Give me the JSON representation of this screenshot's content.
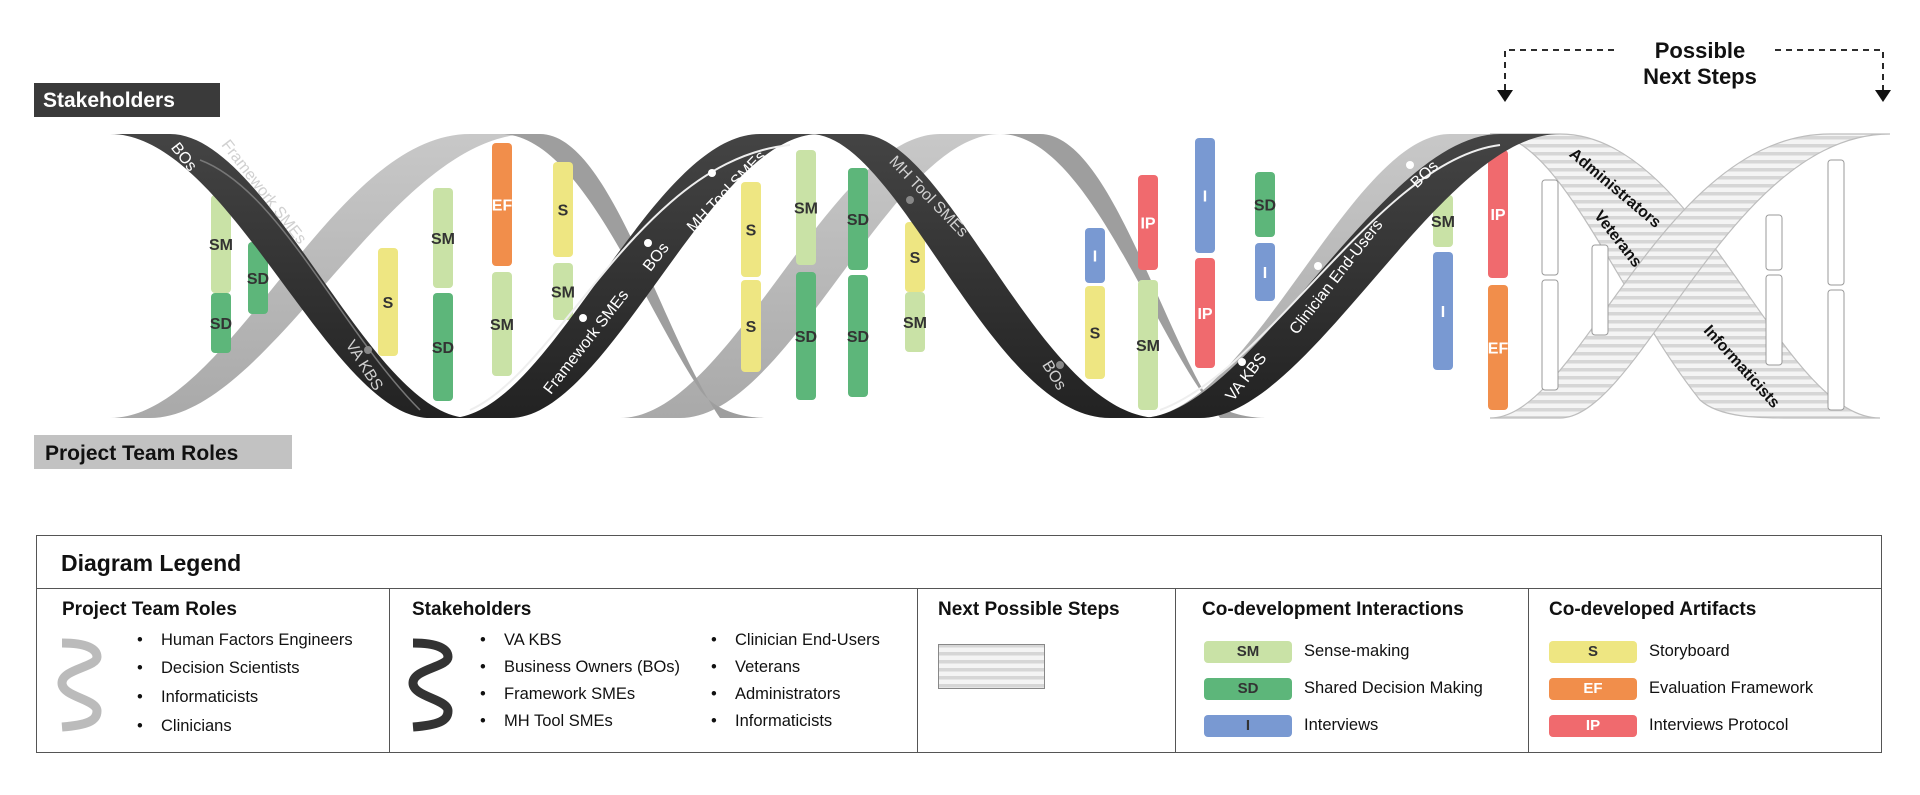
{
  "labels": {
    "stakeholders": "Stakeholders",
    "project_team_roles": "Project Team Roles",
    "next_steps_line1": "Possible",
    "next_steps_line2": "Next Steps"
  },
  "helix_labels": {
    "bos_1": "BOs",
    "framework_smes_1": "Framework SMEs",
    "va_kbs_1": "VA KBS",
    "framework_smes_2": "Framework SMEs",
    "bos_2": "BOs",
    "mh_tool_smes_1": "MH Tool SMEs",
    "mh_tool_smes_2": "MH Tool SMEs",
    "bos_3": "BOs",
    "va_kbs_2": "VA KBS",
    "clinician_end_users": "Clinician End-Users",
    "bos_4": "BOs",
    "administrators": "Administrators",
    "veterans": "Veterans",
    "informaticists": "Informaticists"
  },
  "colors": {
    "SM": "#c9e2a6",
    "SD": "#5db67a",
    "I": "#7999d2",
    "S": "#eee682",
    "EF": "#f18e4b",
    "IP": "#f06a6e",
    "dark_strand": "#2e2e2e",
    "light_strand": "#b9b9b9"
  },
  "bars": [
    {
      "code": "SM",
      "segments": [
        {
          "code": "SM",
          "label": "SM"
        },
        {
          "code": "SD",
          "label": "SD"
        }
      ]
    },
    {
      "code": "SD",
      "segments": [
        {
          "code": "SD",
          "label": "SD"
        }
      ]
    },
    {
      "code": "S",
      "segments": [
        {
          "code": "S",
          "label": "S"
        }
      ]
    },
    {
      "code": "SM",
      "segments": [
        {
          "code": "SM",
          "label": "SM"
        },
        {
          "code": "SD",
          "label": "SD"
        }
      ]
    },
    {
      "code": "EF",
      "segments": [
        {
          "code": "EF",
          "label": "EF"
        },
        {
          "code": "SM",
          "label": "SM"
        }
      ]
    },
    {
      "code": "S",
      "segments": [
        {
          "code": "S",
          "label": "S"
        },
        {
          "code": "SM",
          "label": "SM"
        }
      ]
    },
    {
      "code": "S",
      "segments": [
        {
          "code": "S",
          "label": "S"
        },
        {
          "code": "S",
          "label": "S"
        }
      ]
    },
    {
      "code": "SM",
      "segments": [
        {
          "code": "SM",
          "label": "SM"
        },
        {
          "code": "SD",
          "label": "SD"
        }
      ]
    },
    {
      "code": "SD",
      "segments": [
        {
          "code": "SD",
          "label": "SD"
        },
        {
          "code": "SD",
          "label": "SD"
        }
      ]
    },
    {
      "code": "S",
      "segments": [
        {
          "code": "S",
          "label": "S"
        },
        {
          "code": "SM",
          "label": "SM"
        }
      ]
    },
    {
      "code": "I",
      "segments": [
        {
          "code": "I",
          "label": "I"
        },
        {
          "code": "S",
          "label": "S"
        }
      ]
    },
    {
      "code": "IP",
      "segments": [
        {
          "code": "IP",
          "label": "IP"
        },
        {
          "code": "SM",
          "label": "SM"
        }
      ]
    },
    {
      "code": "I",
      "segments": [
        {
          "code": "I",
          "label": "I"
        },
        {
          "code": "IP",
          "label": "IP"
        }
      ]
    },
    {
      "code": "SD",
      "segments": [
        {
          "code": "SD",
          "label": "SD"
        },
        {
          "code": "I",
          "label": "I"
        }
      ]
    },
    {
      "code": "SM",
      "segments": [
        {
          "code": "SM",
          "label": "SM"
        },
        {
          "code": "I",
          "label": "I"
        }
      ]
    },
    {
      "code": "IP",
      "segments": [
        {
          "code": "IP",
          "label": "IP"
        },
        {
          "code": "EF",
          "label": "EF"
        }
      ]
    }
  ],
  "legend": {
    "title": "Diagram Legend",
    "project_team_roles": {
      "title": "Project Team Roles",
      "items": [
        "Human Factors Engineers",
        "Decision Scientists",
        "Informaticists",
        "Clinicians"
      ]
    },
    "stakeholders": {
      "title": "Stakeholders",
      "col1": [
        "VA KBS",
        "Business Owners (BOs)",
        "Framework SMEs",
        "MH Tool SMEs"
      ],
      "col2": [
        "Clinician End-Users",
        "Veterans",
        "Administrators",
        "Informaticists"
      ]
    },
    "next_possible_steps": {
      "title": "Next Possible Steps"
    },
    "interactions": {
      "title": "Co-development Interactions",
      "items": [
        {
          "code": "SM",
          "label": "Sense-making"
        },
        {
          "code": "SD",
          "label": "Shared Decision Making"
        },
        {
          "code": "I",
          "label": "Interviews"
        }
      ]
    },
    "artifacts": {
      "title": "Co-developed Artifacts",
      "items": [
        {
          "code": "S",
          "label": "Storyboard"
        },
        {
          "code": "EF",
          "label": "Evaluation Framework"
        },
        {
          "code": "IP",
          "label": "Interviews Protocol"
        }
      ]
    }
  }
}
